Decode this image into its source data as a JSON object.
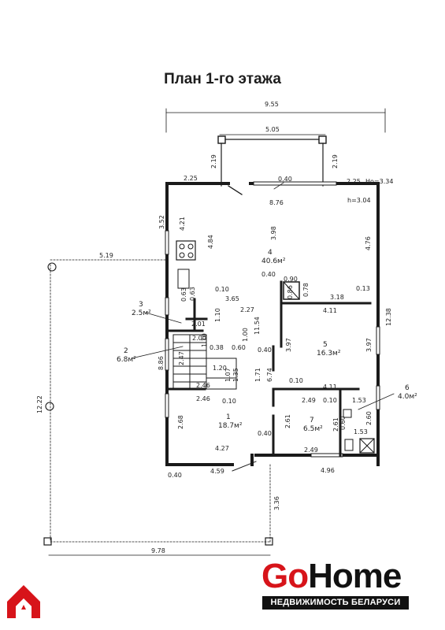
{
  "title": "План 1-го этажа",
  "brand": {
    "name_part1": "Go",
    "name_part2": "Home",
    "tagline": "НЕДВИЖИМОСТЬ БЕЛАРУСИ",
    "color_red": "#d7141a",
    "color_dark": "#111111"
  },
  "corner_logo_icon": "house-a-logo-icon",
  "dimensions": {
    "overall_width": "9.55",
    "porch_width": "5.05",
    "porch_depth_left": "2.19",
    "porch_depth_right": "2.19",
    "wall_left_top": "2.25",
    "wall_right_top": "2.25",
    "ho": "Ho=3.34",
    "h": "h=3.04",
    "window_top": "0.40",
    "top_inner": "8.76",
    "terrace_width": "5.19",
    "terrace_depth": "12.22",
    "terrace_bottom": "9.78",
    "terrace_front": "3.36",
    "left_3_52": "3.52",
    "left_4_21": "4.21",
    "left_4_84": "4.84",
    "living_3_98": "3.98",
    "right_4_76": "4.76",
    "right_12_38": "12.38",
    "d_0_40a": "0.40",
    "d_0_90": "0.90",
    "d_0_86": "0.86",
    "d_0_78": "0.78",
    "d_0_10a": "0.10",
    "d_0_63a": "0.63",
    "d_0_63b": "0.63",
    "d_3_65": "3.65",
    "d_3_18": "3.18",
    "d_0_13": "0.13",
    "d_1_10": "1.10",
    "d_2_01": "2.01",
    "d_2_27": "2.27",
    "d_11_54": "11.54",
    "d_1_00": "1.00",
    "d_4_11a": "4.11",
    "d_3_97a": "3.97",
    "d_3_97b": "3.97",
    "d_0_40b": "0.40",
    "d_2_00": "2.00",
    "d_1_10b": "1.10",
    "d_0_38": "0.38",
    "d_0_60": "0.60",
    "d_8_86": "8.86",
    "d_2_47": "2.47",
    "d_1_20": "1.20",
    "d_1_07": "1.07",
    "d_1_35": "1.35",
    "d_1_71": "1.71",
    "d_6_74": "6.74",
    "d_0_10b": "0.10",
    "d_4_11b": "4.11",
    "d_2_49a": "2.49",
    "d_0_10c": "0.10",
    "d_1_53a": "1.53",
    "d_2_46a": "2.46",
    "d_2_46b": "2.46",
    "d_0_10d": "0.10",
    "d_2_68": "2.68",
    "d_0_40c": "0.40",
    "d_2_61a": "2.61",
    "d_2_61b": "2.61",
    "d_0_60b": "0.60",
    "d_1_53b": "1.53",
    "d_2_60": "2.60",
    "d_4_27": "4.27",
    "d_2_49b": "2.49",
    "d_0_40d": "0.40",
    "d_4_59": "4.59",
    "d_4_96": "4.96"
  },
  "rooms": [
    {
      "number": "1",
      "area": "18.7м²"
    },
    {
      "number": "2",
      "area": "6.8м²"
    },
    {
      "number": "3",
      "area": "2.5м²"
    },
    {
      "number": "4",
      "area": "40.6м²"
    },
    {
      "number": "5",
      "area": "16.3м²"
    },
    {
      "number": "6",
      "area": "4.0м²"
    },
    {
      "number": "7",
      "area": "6.5м²"
    }
  ]
}
